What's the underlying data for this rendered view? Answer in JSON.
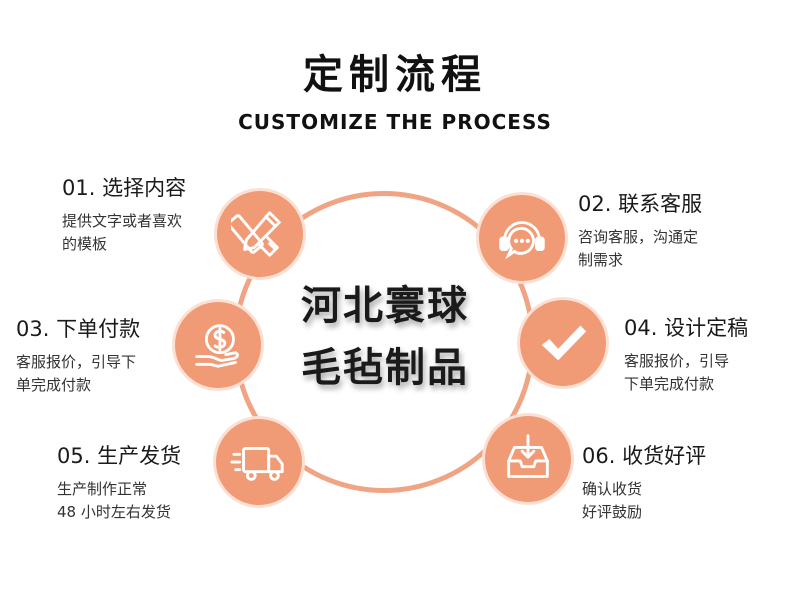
{
  "header": {
    "title": "定制流程",
    "subtitle": "CUSTOMIZE THE PROCESS"
  },
  "center": {
    "line1": "河北寰球",
    "line2": "毛毡制品"
  },
  "steps": [
    {
      "title": "01. 选择内容",
      "desc_lines": [
        "提供文字或者喜欢",
        "的模板"
      ],
      "icon": "pencil-ruler-icon"
    },
    {
      "title": "02. 联系客服",
      "desc_lines": [
        "咨询客服，沟通定",
        "制需求"
      ],
      "icon": "headset-chat-icon"
    },
    {
      "title": "03. 下单付款",
      "desc_lines": [
        "客服报价，引导下",
        "单完成付款"
      ],
      "icon": "coin-hand-icon"
    },
    {
      "title": "04. 设计定稿",
      "desc_lines": [
        "客服报价，引导",
        "下单完成付款"
      ],
      "icon": "check-icon"
    },
    {
      "title": "05. 生产发货",
      "desc_lines": [
        "生产制作正常",
        "48 小时左右发货"
      ],
      "icon": "truck-icon"
    },
    {
      "title": "06. 收货好评",
      "desc_lines": [
        "确认收货",
        "好评鼓励"
      ],
      "icon": "inbox-icon"
    }
  ],
  "colors": {
    "accent": "#f09a76",
    "ring": "#f0a483"
  }
}
